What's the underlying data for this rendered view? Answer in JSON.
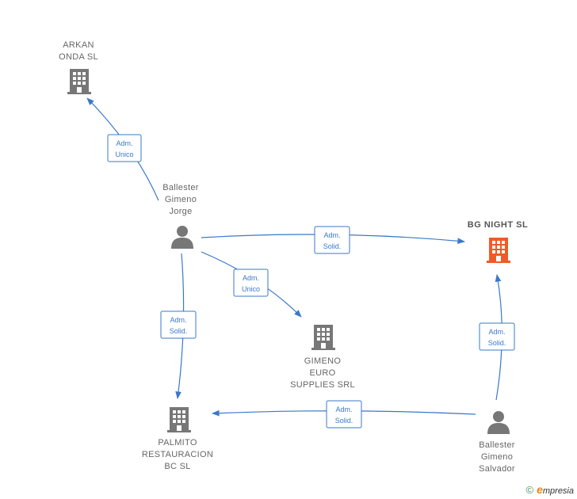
{
  "nodes": {
    "arkan": {
      "kind": "company",
      "lines": [
        "ARKAN",
        "ONDA  SL"
      ],
      "color": "#777777"
    },
    "bgnight": {
      "kind": "company",
      "lines": [
        "BG NIGHT  SL"
      ],
      "color": "#f05a28"
    },
    "gimeno_euro": {
      "kind": "company",
      "lines": [
        "GIMENO",
        "EURO",
        "SUPPLIES SRL"
      ],
      "color": "#777777"
    },
    "palmito": {
      "kind": "company",
      "lines": [
        "PALMITO",
        "RESTAURACION",
        "BC  SL"
      ],
      "color": "#777777"
    },
    "jorge": {
      "kind": "person",
      "lines": [
        "Ballester",
        "Gimeno",
        "Jorge"
      ],
      "color": "#777777"
    },
    "salvador": {
      "kind": "person",
      "lines": [
        "Ballester",
        "Gimeno",
        "Salvador"
      ],
      "color": "#777777"
    }
  },
  "edges": [
    {
      "id": "jorge-arkan",
      "lines": [
        "Adm.",
        "Unico"
      ]
    },
    {
      "id": "jorge-bgnight",
      "lines": [
        "Adm.",
        "Solid."
      ]
    },
    {
      "id": "jorge-gimeno",
      "lines": [
        "Adm.",
        "Unico"
      ]
    },
    {
      "id": "jorge-palmito",
      "lines": [
        "Adm.",
        "Solid."
      ]
    },
    {
      "id": "salvador-bgnight",
      "lines": [
        "Adm.",
        "Solid."
      ]
    },
    {
      "id": "salvador-palmito",
      "lines": [
        "Adm.",
        "Solid."
      ]
    }
  ],
  "footer": {
    "copyright": "©",
    "brand_initial": "e",
    "brand_rest": "mpresia"
  },
  "colors": {
    "edge": "#3a78c9",
    "node": "#777777",
    "focus": "#f05a28"
  }
}
